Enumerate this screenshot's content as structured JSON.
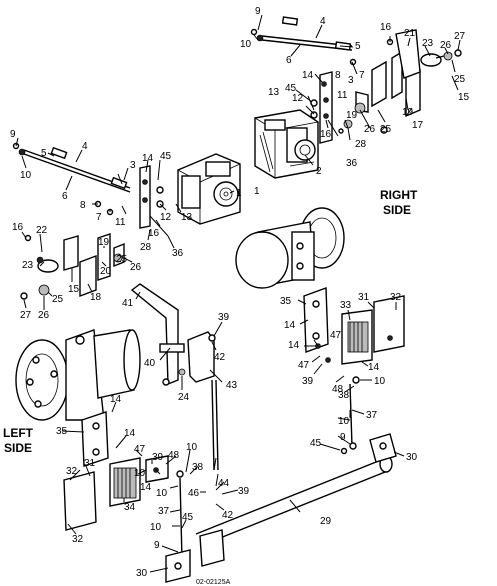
{
  "side_labels": {
    "right": [
      "RIGHT",
      "SIDE"
    ],
    "left": [
      "LEFT",
      "SIDE"
    ]
  },
  "caption": "02-02125A",
  "callouts": [
    {
      "id": "c9a",
      "text": "9"
    },
    {
      "id": "c4a",
      "text": "4"
    },
    {
      "id": "c10a",
      "text": "10"
    },
    {
      "id": "c5a",
      "text": "5"
    },
    {
      "id": "c6a",
      "text": "6"
    },
    {
      "id": "c3a",
      "text": "3"
    },
    {
      "id": "c7a",
      "text": "7"
    },
    {
      "id": "c14a",
      "text": "14"
    },
    {
      "id": "c45a",
      "text": "45"
    },
    {
      "id": "c8a",
      "text": "8"
    },
    {
      "id": "c11a",
      "text": "11"
    },
    {
      "id": "c13a",
      "text": "13"
    },
    {
      "id": "c12a",
      "text": "12"
    },
    {
      "id": "c16a",
      "text": "16"
    },
    {
      "id": "c1",
      "text": "1"
    },
    {
      "id": "c2",
      "text": "2"
    },
    {
      "id": "c28a",
      "text": "28"
    },
    {
      "id": "c36a",
      "text": "36"
    },
    {
      "id": "c19",
      "text": "19"
    },
    {
      "id": "c26a",
      "text": "26"
    },
    {
      "id": "c25a",
      "text": "25"
    },
    {
      "id": "c17",
      "text": "17"
    },
    {
      "id": "c16b",
      "text": "16"
    },
    {
      "id": "c21",
      "text": "21"
    },
    {
      "id": "c23a",
      "text": "23"
    },
    {
      "id": "c26b",
      "text": "26"
    },
    {
      "id": "c27a",
      "text": "27"
    },
    {
      "id": "c25b",
      "text": "25"
    },
    {
      "id": "c15a",
      "text": "15"
    },
    {
      "id": "c9b",
      "text": "9"
    },
    {
      "id": "c10b",
      "text": "10"
    },
    {
      "id": "c5b",
      "text": "5"
    },
    {
      "id": "c4b",
      "text": "4"
    },
    {
      "id": "c6b",
      "text": "6"
    },
    {
      "id": "c3b",
      "text": "3"
    },
    {
      "id": "c14b",
      "text": "14"
    },
    {
      "id": "c45b",
      "text": "45"
    },
    {
      "id": "c8b",
      "text": "8"
    },
    {
      "id": "c7b",
      "text": "7"
    },
    {
      "id": "c11b",
      "text": "11"
    },
    {
      "id": "c12b",
      "text": "12"
    },
    {
      "id": "c13b",
      "text": "13"
    },
    {
      "id": "c1b",
      "text": "1"
    },
    {
      "id": "c16c",
      "text": "16"
    },
    {
      "id": "c28b",
      "text": "28"
    },
    {
      "id": "c36b",
      "text": "36"
    },
    {
      "id": "c16d",
      "text": "16"
    },
    {
      "id": "c22",
      "text": "22"
    },
    {
      "id": "c23b",
      "text": "23"
    },
    {
      "id": "c19b",
      "text": "19"
    },
    {
      "id": "c20",
      "text": "20"
    },
    {
      "id": "c25c",
      "text": "25"
    },
    {
      "id": "c26c",
      "text": "26"
    },
    {
      "id": "c15b",
      "text": "15"
    },
    {
      "id": "c18",
      "text": "18"
    },
    {
      "id": "c25d",
      "text": "25"
    },
    {
      "id": "c27b",
      "text": "27"
    },
    {
      "id": "c26d",
      "text": "26"
    },
    {
      "id": "c41",
      "text": "41"
    },
    {
      "id": "c39a",
      "text": "39"
    },
    {
      "id": "c42a",
      "text": "42"
    },
    {
      "id": "c40",
      "text": "40"
    },
    {
      "id": "c43",
      "text": "43"
    },
    {
      "id": "c24",
      "text": "24"
    },
    {
      "id": "c35a",
      "text": "35"
    },
    {
      "id": "c14c",
      "text": "14"
    },
    {
      "id": "c33",
      "text": "33"
    },
    {
      "id": "c31a",
      "text": "31"
    },
    {
      "id": "c32a",
      "text": "32"
    },
    {
      "id": "c47a",
      "text": "47"
    },
    {
      "id": "c14d",
      "text": "14"
    },
    {
      "id": "c47b",
      "text": "47"
    },
    {
      "id": "c14e",
      "text": "14"
    },
    {
      "id": "c39b",
      "text": "39"
    },
    {
      "id": "c48a",
      "text": "48"
    },
    {
      "id": "c10c",
      "text": "10"
    },
    {
      "id": "c38a",
      "text": "38"
    },
    {
      "id": "c10d",
      "text": "10"
    },
    {
      "id": "c37a",
      "text": "37"
    },
    {
      "id": "c14f",
      "text": "14"
    },
    {
      "id": "c35b",
      "text": "35"
    },
    {
      "id": "c14g",
      "text": "14"
    },
    {
      "id": "c47c",
      "text": "47"
    },
    {
      "id": "c39c",
      "text": "39"
    },
    {
      "id": "c48b",
      "text": "48"
    },
    {
      "id": "c10e",
      "text": "10"
    },
    {
      "id": "c38b",
      "text": "38"
    },
    {
      "id": "c10f",
      "text": "10"
    },
    {
      "id": "c32b",
      "text": "32"
    },
    {
      "id": "c31b",
      "text": "31"
    },
    {
      "id": "c34",
      "text": "34"
    },
    {
      "id": "c14h",
      "text": "14"
    },
    {
      "id": "c10g",
      "text": "10"
    },
    {
      "id": "c46",
      "text": "46"
    },
    {
      "id": "c44",
      "text": "44"
    },
    {
      "id": "c39d",
      "text": "39"
    },
    {
      "id": "c37b",
      "text": "37"
    },
    {
      "id": "c42b",
      "text": "42"
    },
    {
      "id": "c45c",
      "text": "45"
    },
    {
      "id": "c9c",
      "text": "9"
    },
    {
      "id": "c10h",
      "text": "10"
    },
    {
      "id": "c32c",
      "text": "32"
    },
    {
      "id": "c45d",
      "text": "45"
    },
    {
      "id": "c9d",
      "text": "9"
    },
    {
      "id": "c30a",
      "text": "30"
    },
    {
      "id": "c29",
      "text": "29"
    },
    {
      "id": "c30b",
      "text": "30"
    }
  ]
}
